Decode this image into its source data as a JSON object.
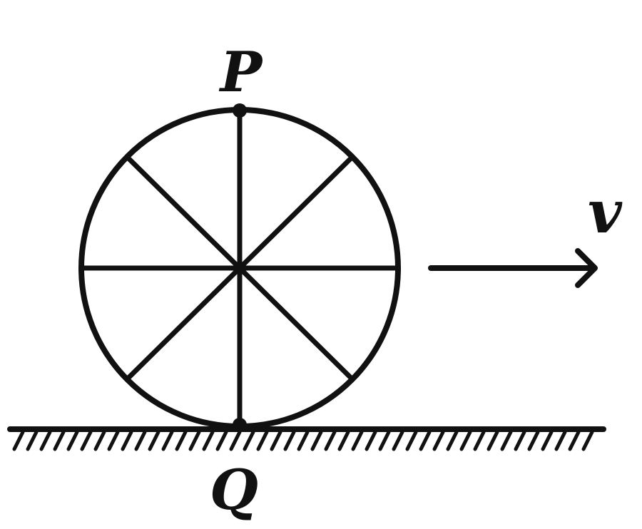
{
  "labels": {
    "top_point": "P",
    "bottom_point": "Q",
    "velocity": "v"
  },
  "colors": {
    "ink": "#111111",
    "background": "#ffffff"
  }
}
